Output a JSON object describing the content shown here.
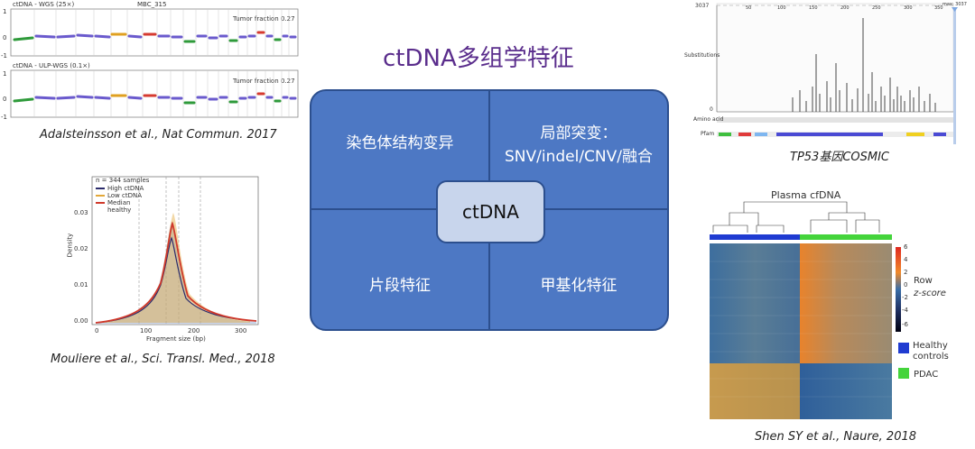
{
  "title": "ctDNA多组学特征",
  "center": "ctDNA",
  "quadrants": {
    "top_left": "染色体结构变异",
    "top_right_line1": "局部突变：",
    "top_right_line2": "SNV/indel/CNV/融合",
    "bottom_left": "片段特征",
    "bottom_right": "甲基化特征"
  },
  "captions": {
    "top_left": "Adalsteinsson et al., Nat Commun. 2017",
    "bottom_left": "Mouliere et al., Sci. Transl. Med., 2018",
    "top_right": "TP53基因COSMIC",
    "bottom_right": "Shen SY et al., Naure, 2018"
  },
  "wgs_panel": {
    "header_left": "ctDNA - WGS (25×)",
    "header_mid": "MBC_315",
    "header2_left": "ctDNA - ULP-WGS (0.1×)",
    "tumor_fraction_1": "Tumor fraction 0.27",
    "tumor_fraction_2": "Tumor fraction 0.27",
    "y_top": "1",
    "y_mid": "0",
    "y_bot": "-1"
  },
  "density_panel": {
    "legend_title": "n = 344 samples",
    "legend": [
      "High ctDNA",
      "Low ctDNA",
      "Median",
      "healthy"
    ],
    "ylabel": "Density",
    "xlabel": "Fragment size (bp)",
    "yticks": [
      "0.03",
      "0.02",
      "0.01",
      "0.00"
    ],
    "xticks": [
      "0",
      "100",
      "200",
      "300"
    ],
    "colors": {
      "high": "#2b2b6b",
      "low": "#e3a83a",
      "median": "#d0392b",
      "healthy": "#9bb0d8"
    }
  },
  "cosmic_panel": {
    "ylabel": "Substitutions",
    "row1": "Amino acid",
    "row2": "Pfam",
    "y_top": "3037",
    "y_zero": "0",
    "max_label": "max: 3037",
    "xticks": [
      "50",
      "100",
      "150",
      "200",
      "250",
      "300",
      "350"
    ]
  },
  "heatmap_panel": {
    "title": "Plasma cfDNA",
    "scale_title": "Row",
    "scale_sub": "z-score",
    "scale_ticks": [
      "6",
      "4",
      "2",
      "0",
      "-2",
      "-4",
      "-6"
    ],
    "legend": [
      {
        "label": "Healthy controls",
        "color": "#1f3bd1"
      },
      {
        "label": "PDAC",
        "color": "#44d43b"
      }
    ]
  }
}
